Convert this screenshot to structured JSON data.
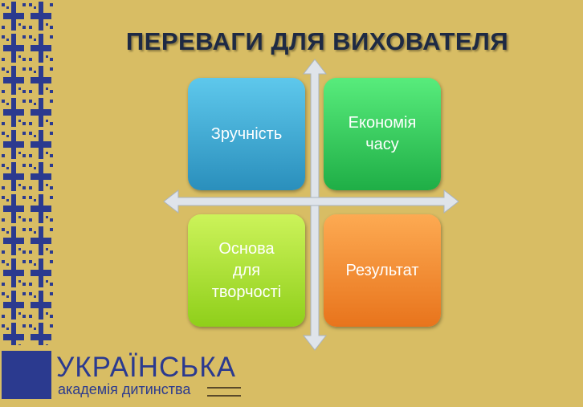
{
  "slide": {
    "title": "ПЕРЕВАГИ ДЛЯ ВИХОВАТЕЛЯ",
    "quadrants": [
      {
        "label": "Зручність",
        "color": "#3aa8d4"
      },
      {
        "label": "Економія часу",
        "color": "#2fc85a"
      },
      {
        "label": "Основа для творчості",
        "color": "#a8e234"
      },
      {
        "label": "Результат",
        "color": "#f28c34"
      }
    ]
  },
  "logo": {
    "line1": "УКРАЇНСЬКА",
    "line2": "академія дитинства"
  },
  "colors": {
    "background": "#d8bd64",
    "title": "#1e2a44",
    "ornament": "#2b3a8f"
  }
}
